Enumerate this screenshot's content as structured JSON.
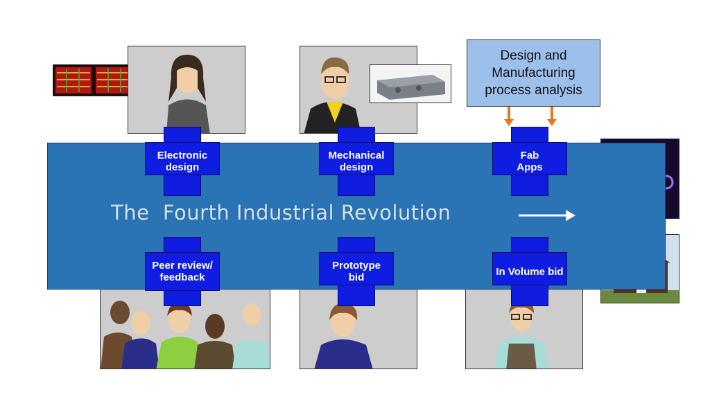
{
  "title": "The  Fourth Industrial Revolution",
  "process_box": "Design and Manufacturing process analysis",
  "stages_top": [
    {
      "label": "Electronic design"
    },
    {
      "label": "Mechanical design"
    },
    {
      "label": "Fab Apps"
    }
  ],
  "stages_bottom": [
    {
      "label": "Peer review/ feedback"
    },
    {
      "label": "Prototype bid"
    },
    {
      "label": "In Volume bid"
    }
  ],
  "colors": {
    "band": "#2a74b6",
    "cross": "#0f1de0",
    "process_box": "#9cc0ea",
    "arrow": "#e07b1a"
  }
}
